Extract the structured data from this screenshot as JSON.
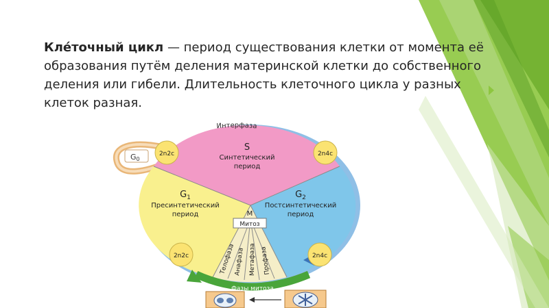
{
  "slide": {
    "term": "Кле́точный цикл",
    "definition": " — период существования клетки от момента её образования путём деления материнской клетки до собственного деления или гибели. Длительность клеточного цикла у разных клеток разная."
  },
  "diagram": {
    "interphase": "Интерфаза",
    "mitosis_phases_label": "Фазы митоза",
    "s_letter": "S",
    "s_name_line1": "Синтетический",
    "s_name_line2": "период",
    "g1_letter": "G",
    "g1_sub": "1",
    "g1_name_line1": "Пресинтетический",
    "g1_name_line2": "период",
    "g2_letter": "G",
    "g2_sub": "2",
    "g2_name_line1": "Постсинтетический",
    "g2_name_line2": "период",
    "m_letter": "M",
    "mitosis": "Митоз",
    "g0_letter": "G",
    "g0_sub": "0",
    "phases": [
      "Телофаза",
      "Анафаза",
      "Метафаза",
      "Профаза"
    ],
    "chromosome_top_left": "2n2c",
    "chromosome_top_right": "2n4c",
    "chromosome_bottom_left": "2n2c",
    "chromosome_bottom_right": "2n4c",
    "colors": {
      "s_period": "#f29ac6",
      "g1_period": "#f9f08e",
      "g2_period": "#7fc6ea",
      "mitosis": "#f5eec8",
      "interphase_ring": "#8fbfe6",
      "mitosis_arrow": "#49a53a",
      "label_circle": "#fbe372",
      "accent_green": "#8dc63f"
    }
  }
}
